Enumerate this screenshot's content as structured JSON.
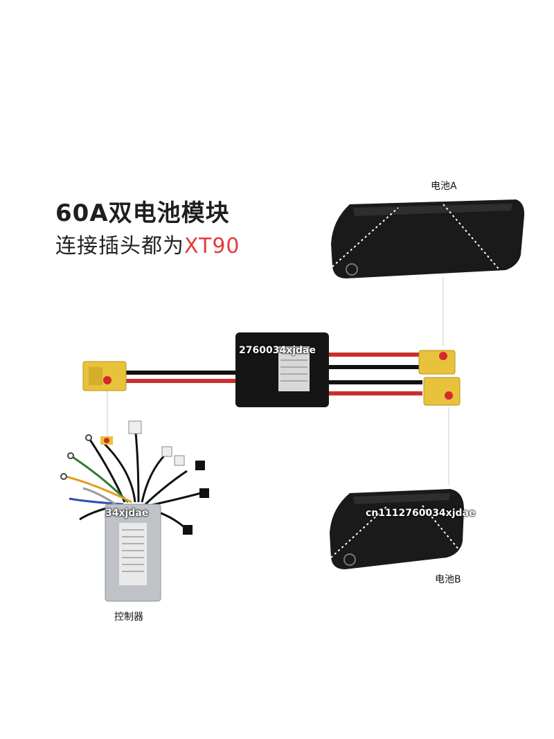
{
  "headline": "60A双电池模块",
  "subline": {
    "prefix": "连接插头都为",
    "accent": "XT90"
  },
  "labels": {
    "battery_a": "电池A",
    "battery_b": "电池B",
    "controller": "控制器"
  },
  "watermarks": {
    "module": "2760034xjdae",
    "battery_b": "cn1112760034xjdae",
    "controller": "34xjdae"
  },
  "colors": {
    "accent_red": "#e23b3b",
    "connector_yellow": "#e8c23a",
    "wire_red": "#c9302c",
    "wire_black": "#111111",
    "battery_body": "#1a1a1a"
  },
  "icons": [
    "battery-pack",
    "xt90-connector",
    "module-box",
    "controller-box"
  ]
}
